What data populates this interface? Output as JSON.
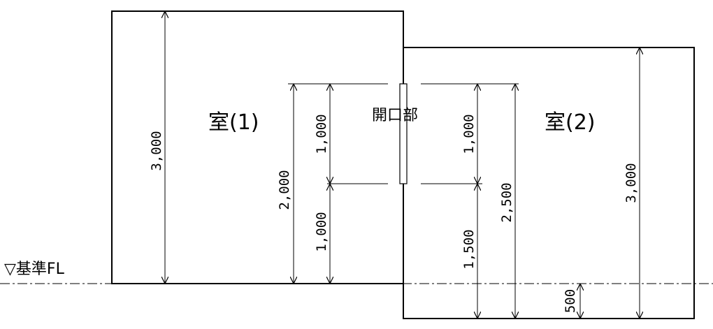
{
  "labels": {
    "room1": "室(1)",
    "room2": "室(2)",
    "opening": "開口部",
    "reference_fl": "▽基準FL"
  },
  "dimensions": {
    "room1_height": "3,000",
    "room1_opening_top": "2,000",
    "opening_height_left": "1,000",
    "opening_sill_left": "1,000",
    "opening_height_right": "1,000",
    "opening_sill_right": "1,500",
    "room2_opening_top": "2,500",
    "room2_height": "3,000",
    "room2_floor_offset": "500"
  },
  "colors": {
    "line": "#000000",
    "background": "#ffffff"
  }
}
